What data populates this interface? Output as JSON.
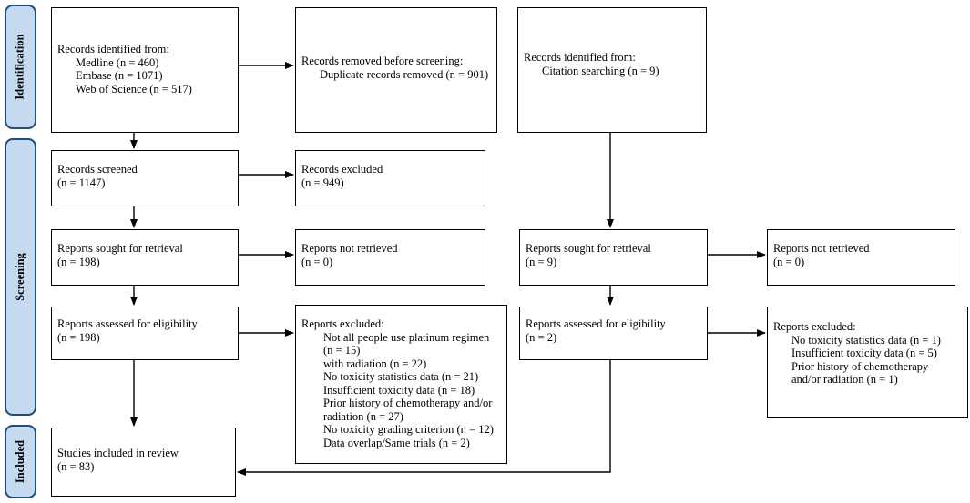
{
  "phases": {
    "identification": "Identification",
    "screening": "Screening",
    "included": "Included"
  },
  "left": {
    "records_identified": {
      "title": "Records identified from:",
      "items": [
        "Medline (n = 460)",
        "Embase (n = 1071)",
        "Web of Science (n = 517)"
      ]
    },
    "removed_before_screening": {
      "title": "Records removed before screening:",
      "items": [
        "Duplicate records removed (n = 901)"
      ]
    },
    "records_screened": {
      "title": "Records screened",
      "count": "(n = 1147)"
    },
    "records_excluded": {
      "title": "Records excluded",
      "count": "(n = 949)"
    },
    "reports_sought": {
      "title": "Reports sought for retrieval",
      "count": "(n = 198)"
    },
    "reports_not_retrieved": {
      "title": "Reports not retrieved",
      "count": "(n = 0)"
    },
    "reports_assessed": {
      "title": "Reports assessed for eligibility",
      "count": "(n = 198)"
    },
    "reports_excluded": {
      "title": "Reports excluded:",
      "items": [
        "Not all people use platinum regimen",
        "(n = 15)",
        "with radiation (n = 22)",
        "No toxicity statistics data (n = 21)",
        "Insufficient toxicity data (n = 18)",
        "Prior history of chemotherapy and/or",
        "radiation (n = 27)",
        "No toxicity grading criterion (n = 12)",
        "Data overlap/Same trials (n = 2)"
      ]
    },
    "studies_included": {
      "title": "Studies included in review",
      "count": "(n = 83)"
    }
  },
  "right": {
    "records_identified": {
      "title": "Records identified from:",
      "items": [
        "Citation searching (n = 9)"
      ]
    },
    "reports_sought": {
      "title": "Reports sought for retrieval",
      "count": "(n = 9)"
    },
    "reports_not_retrieved": {
      "title": "Reports not retrieved",
      "count": "(n = 0)"
    },
    "reports_assessed": {
      "title": "Reports assessed for eligibility",
      "count": "(n = 2)"
    },
    "reports_excluded": {
      "title": "Reports excluded:",
      "items": [
        "No toxicity statistics data (n = 1)",
        "Insufficient toxicity data (n = 5)",
        "Prior history of chemotherapy",
        "and/or radiation (n = 1)"
      ]
    }
  }
}
